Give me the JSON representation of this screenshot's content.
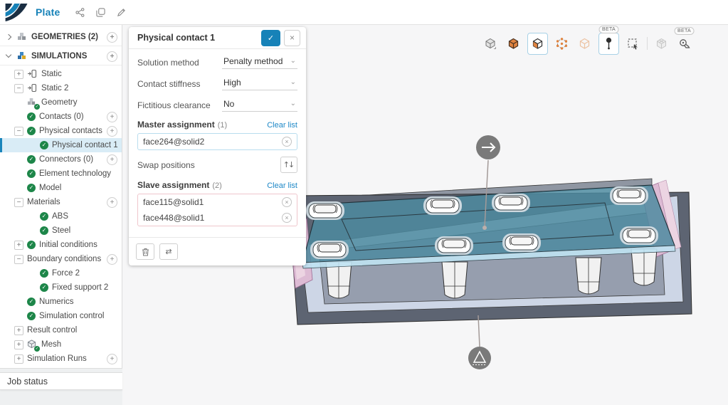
{
  "header": {
    "title": "Plate",
    "icons": [
      "share-icon",
      "duplicate-icon",
      "edit-icon"
    ]
  },
  "icons": {
    "check": "✓",
    "plus": "+",
    "minus": "−",
    "add": "+",
    "remove": "×",
    "caret": "⌄",
    "apply": "✓",
    "close": "×",
    "swap_vertical": "↑↓",
    "swap_horizontal": "⇄"
  },
  "tree": {
    "items": [
      {
        "label": "GEOMETRIES (2)",
        "type": "section",
        "expanded": false,
        "add": true
      },
      {
        "label": "SIMULATIONS",
        "type": "section",
        "expanded": true,
        "add": true
      },
      {
        "label": "Static",
        "expander": "plus"
      },
      {
        "label": "Static 2",
        "expander": "minus"
      },
      {
        "label": "Geometry",
        "status": "check"
      },
      {
        "label": "Contacts (0)",
        "status": "check",
        "add": true
      },
      {
        "label": "Physical contacts",
        "expander": "minus",
        "status": "check",
        "add": true
      },
      {
        "label": "Physical contact 1",
        "status": "check",
        "selected": true
      },
      {
        "label": "Connectors (0)",
        "status": "check",
        "add": true
      },
      {
        "label": "Element technology",
        "status": "check"
      },
      {
        "label": "Model",
        "status": "check"
      },
      {
        "label": "Materials",
        "expander": "minus",
        "add": true
      },
      {
        "label": "ABS",
        "status": "check"
      },
      {
        "label": "Steel",
        "status": "check"
      },
      {
        "label": "Initial conditions",
        "expander": "plus",
        "status": "check"
      },
      {
        "label": "Boundary conditions",
        "expander": "minus",
        "add": true
      },
      {
        "label": "Force 2",
        "status": "check"
      },
      {
        "label": "Fixed support 2",
        "status": "check"
      },
      {
        "label": "Numerics",
        "status": "check"
      },
      {
        "label": "Simulation control",
        "status": "check"
      },
      {
        "label": "Result control",
        "expander": "plus"
      },
      {
        "label": "Mesh",
        "expander": "plus"
      },
      {
        "label": "Simulation Runs",
        "expander": "plus",
        "add": true
      }
    ]
  },
  "job_status": {
    "label": "Job status"
  },
  "panel": {
    "title": "Physical contact 1",
    "fields": [
      {
        "label": "Solution method",
        "value": "Penalty method"
      },
      {
        "label": "Contact stiffness",
        "value": "High"
      },
      {
        "label": "Fictitious clearance",
        "value": "No"
      }
    ],
    "master": {
      "label": "Master assignment",
      "count": "(1)",
      "clear": "Clear list",
      "items": [
        "face264@solid2"
      ]
    },
    "swap_label": "Swap positions",
    "slave": {
      "label": "Slave assignment",
      "count": "(2)",
      "clear": "Clear list",
      "items": [
        "face115@solid1",
        "face448@solid1"
      ]
    }
  },
  "viewport": {
    "toolbar": {
      "beta": "BETA",
      "icons": [
        "render-mode-cube",
        "volume-select",
        "face-select",
        "vertex-select",
        "assembly-cube",
        "probe-point",
        "box-select",
        "mesh-view",
        "measure-tool"
      ],
      "active": [
        "face-select",
        "probe-point"
      ]
    },
    "annotations": [
      "force-arrow-handle",
      "fixed-support-handle"
    ],
    "colors": {
      "selected_face_teal": "#4c8aa0",
      "highlight_pink": "#ddbbd4",
      "tray_wall": "#5d6472",
      "tray_rim": "#cdd6e6",
      "tray_floor": "#969eae",
      "annotation_gray": "#7a7a7a"
    }
  }
}
